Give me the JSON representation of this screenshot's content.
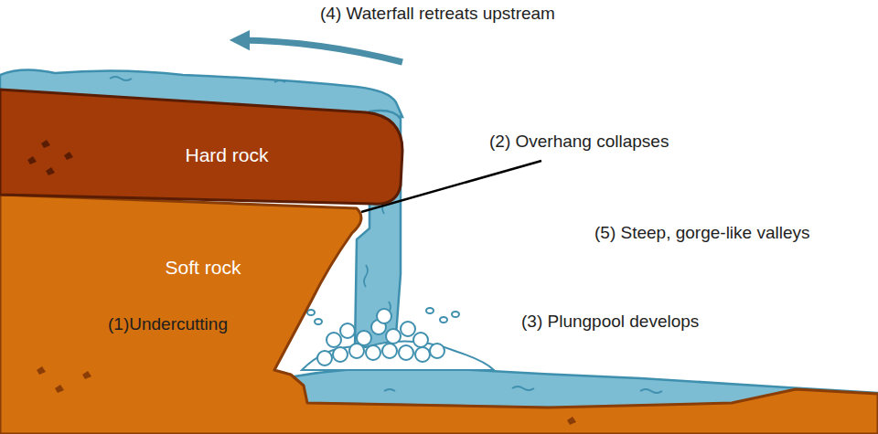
{
  "diagram": {
    "nodes": [
      {
        "text": [
          "Hard rock"
        ]
      },
      {
        "text": [
          "Soft rock"
        ]
      }
    ],
    "labels": [
      "(4) Waterfall retreats upstream",
      "(2) Overhang collapses",
      "(5) Steep, gorge-like valleys",
      "(3) Plungpool develops",
      "(1)Undercutting"
    ]
  }
}
